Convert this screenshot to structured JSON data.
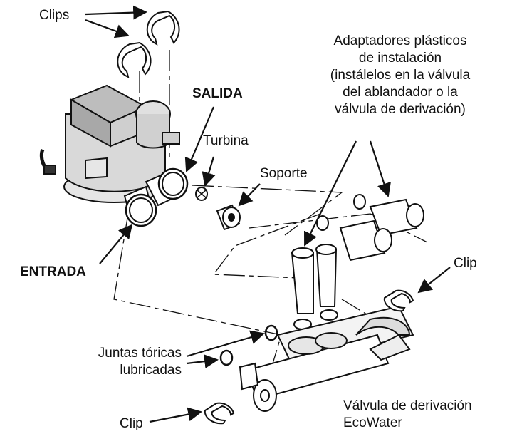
{
  "labels": {
    "clips": "Clips",
    "salida": "SALIDA",
    "turbina": "Turbina",
    "soporte": "Soporte",
    "entrada": "ENTRADA",
    "adaptadores": [
      "Adaptadores plásticos",
      "de instalación",
      "(instálelos en la válvula",
      "del ablandador o la",
      "válvula de derivación)"
    ],
    "clip_right": "Clip",
    "juntas": [
      "Juntas tóricas",
      "lubricadas"
    ],
    "clip_bottom": "Clip",
    "valvula": [
      "Válvula de derivación",
      "EcoWater"
    ]
  },
  "colors": {
    "line": "#111111",
    "fill": "#ffffff",
    "shade": "#cfcfcf"
  }
}
